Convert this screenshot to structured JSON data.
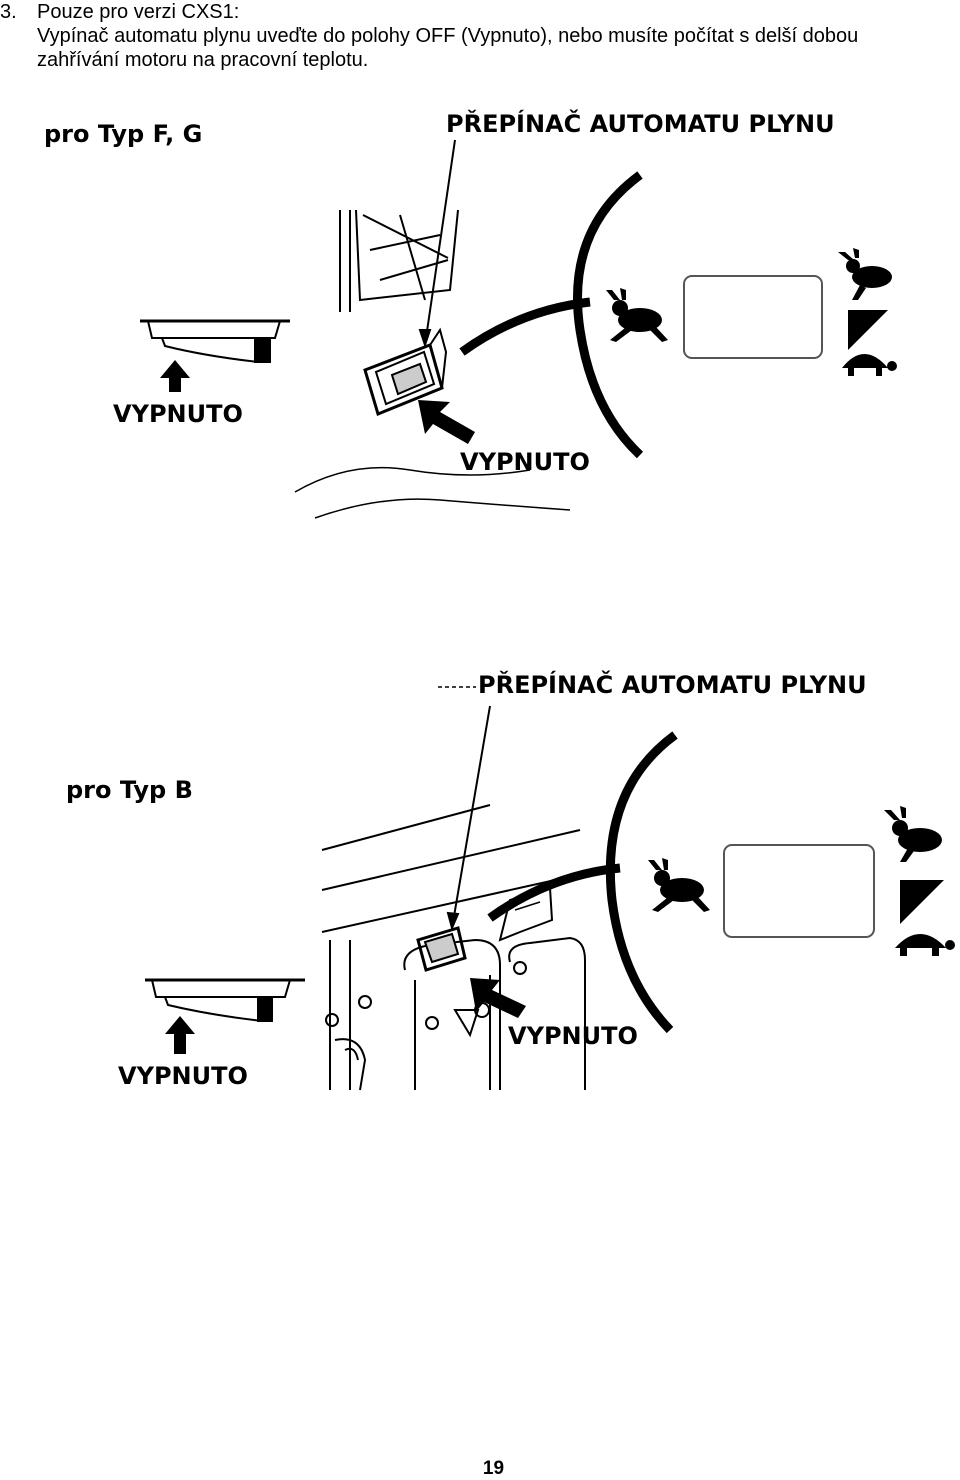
{
  "step": {
    "number": "3.",
    "lines": [
      "Pouze pro verzi CXS1:",
      "Vypínač automatu plynu uveďte do polohy OFF (Vypnuto), nebo musíte počítat s delší dobou",
      "zahřívání motoru na pracovní teplotu."
    ]
  },
  "figure_top": {
    "type_label": "pro Typ F, G",
    "switch_label": "PŘEPÍNAČ AUTOMATU PLYNU",
    "off_label_left": "VYPNUTO",
    "off_label_right": "VYPNUTO"
  },
  "figure_bottom": {
    "type_label": "pro Typ B",
    "switch_label": "PŘEPÍNAČ AUTOMATU PLYNU",
    "off_label_left": "VYPNUTO",
    "off_label_right": "VYPNUTO"
  },
  "page_number": "19"
}
